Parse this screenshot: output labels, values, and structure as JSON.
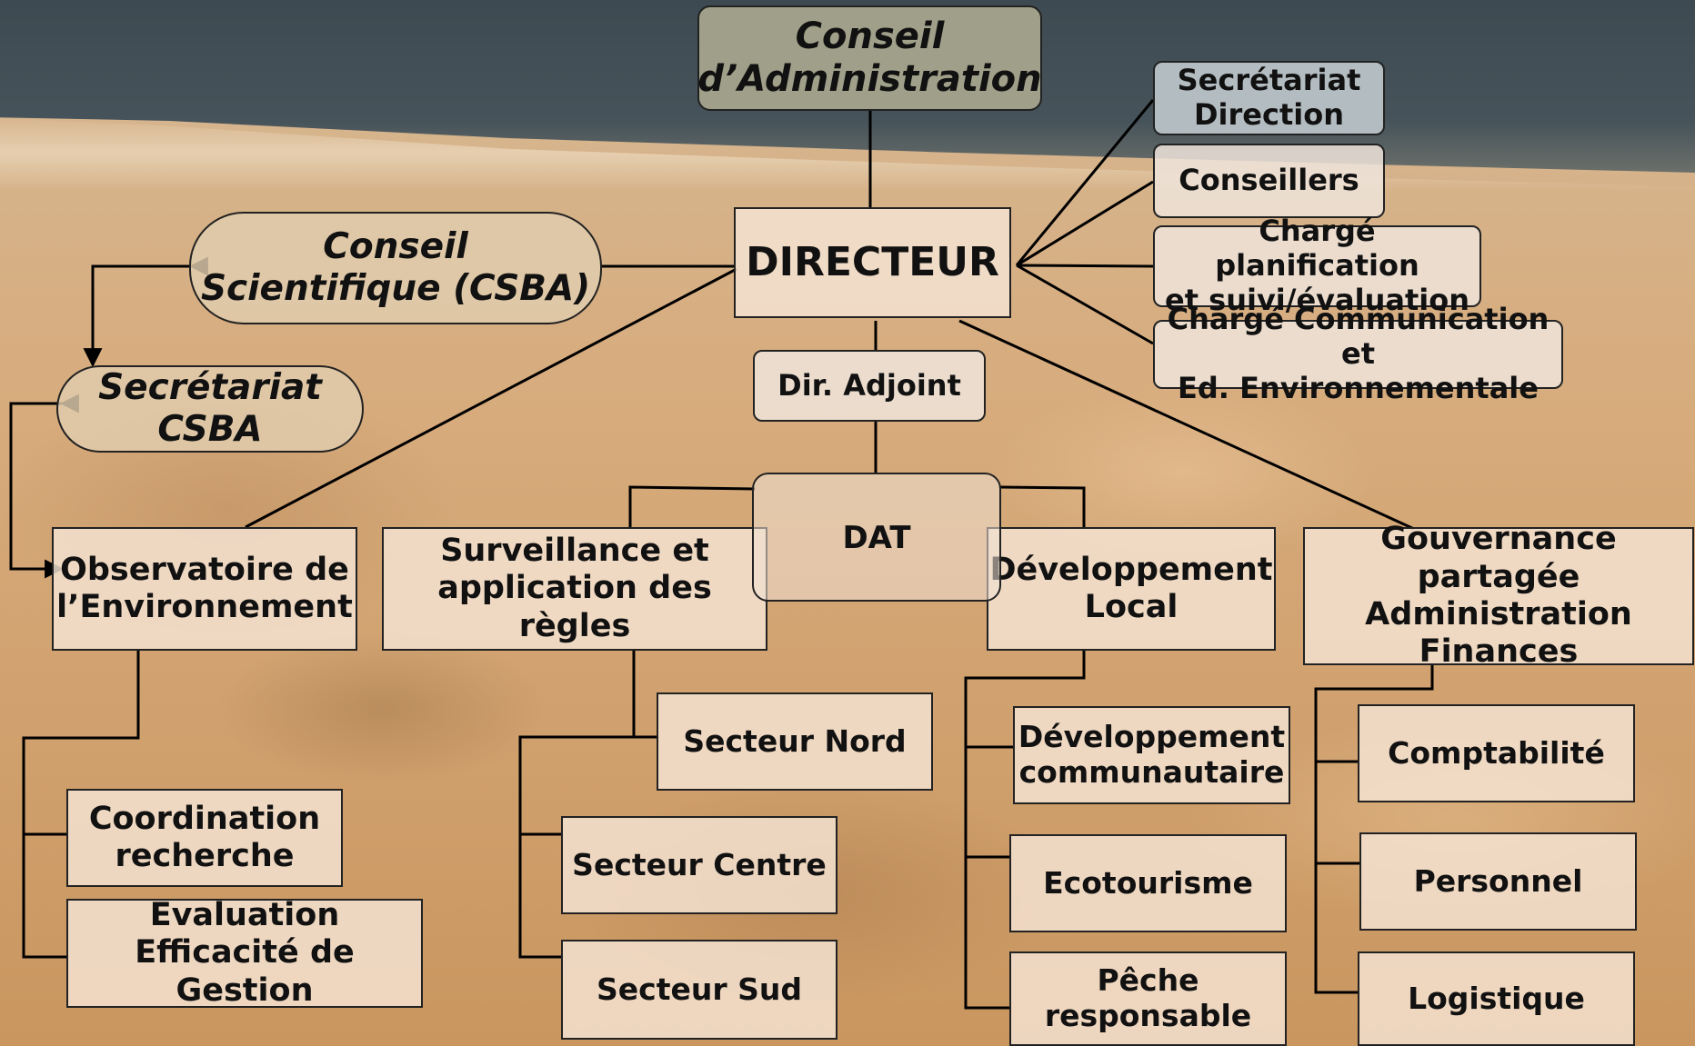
{
  "nodes": {
    "conseil_admin": "Conseil\nd’Administration",
    "directeur": "DIRECTEUR",
    "conseil_scientifique": "Conseil\nScientifique (CSBA)",
    "secretariat_csba": "Secrétariat\nCSBA",
    "secretariat_direction": "Secrétariat\nDirection",
    "conseillers": "Conseillers",
    "charge_planification": "Chargé planification\net suivi/évaluation",
    "charge_communication": "Chargé Communication et\nEd. Environnementale",
    "dir_adjoint": "Dir. Adjoint",
    "dat": "DAT",
    "observatoire": "Observatoire de\nl’Environnement",
    "surveillance": "Surveillance et\napplication des règles",
    "developpement_local": "Développement\nLocal",
    "gouvernance": "Gouvernance partagée\nAdministration\nFinances",
    "coordination": "Coordination\nrecherche",
    "evaluation": "Evaluation\nEfficacité de Gestion",
    "secteur_nord": "Secteur Nord",
    "secteur_centre": "Secteur Centre",
    "secteur_sud": "Secteur Sud",
    "dev_communautaire": "Développement\ncommunautaire",
    "ecotourisme": "Ecotourisme",
    "peche": "Pêche\nresponsable",
    "comptabilite": "Comptabilité",
    "personnel": "Personnel",
    "logistique": "Logistique"
  }
}
